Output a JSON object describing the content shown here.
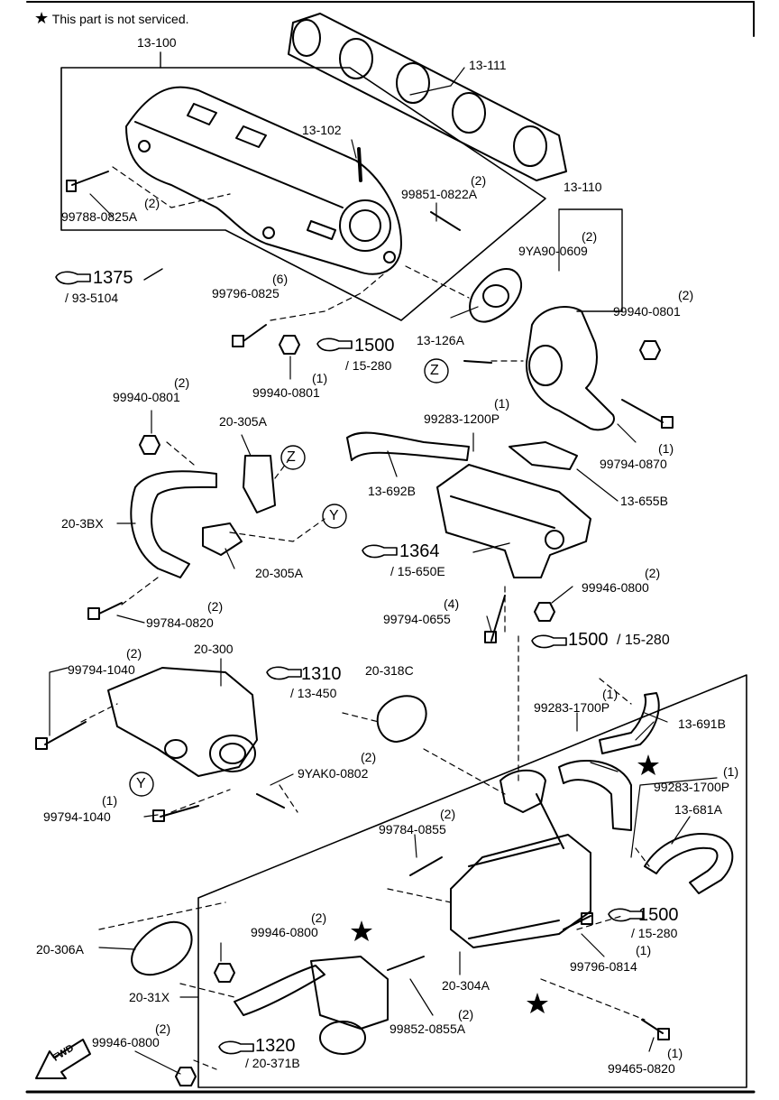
{
  "note": {
    "star": "★",
    "text": "This part is not serviced."
  },
  "labels": {
    "p13_100": "13-100",
    "p13_111": "13-111",
    "p13_102": "13-102",
    "p99851_q": "(2)",
    "p99851": "99851-0822A",
    "p99788_q": "(2)",
    "p99788": "99788-0825A",
    "p13_110": "13-110",
    "p9ya90_q": "(2)",
    "p9ya90": "9YA90-0609",
    "r1375": "1375",
    "r1375_sub": "/ 93-5104",
    "p99796_0825_q": "(6)",
    "p99796_0825": "99796-0825",
    "p13_126a": "13-126A",
    "p99940_a_q": "(2)",
    "p99940_a": "99940-0801",
    "r1500a": "1500",
    "r1500a_sub": "/ 15-280",
    "p99940_b_q": "(1)",
    "p99940_b": "99940-0801",
    "callout_z1": "Z",
    "p99940_c_q": "(2)",
    "p99940_c": "99940-0801",
    "p20_305a_top": "20-305A",
    "callout_z2": "Z",
    "p99283_1200_q": "(1)",
    "p99283_1200": "99283-1200P",
    "p99794_0870_q": "(1)",
    "p99794_0870": "99794-0870",
    "p13_692b": "13-692B",
    "p13_655b": "13-655B",
    "p20_3bx": "20-3BX",
    "callout_y1": "Y",
    "p20_305a_bot": "20-305A",
    "r1364": "1364",
    "r1364_sub": "/ 15-650E",
    "p99946_a_q": "(2)",
    "p99946_a": "99946-0800",
    "p99784_0820_q": "(2)",
    "p99784_0820": "99784-0820",
    "p99794_0655_q": "(4)",
    "p99794_0655": "99794-0655",
    "r1500b": "1500",
    "r1500b_sub": "/ 15-280",
    "p99794_1040a_q": "(2)",
    "p99794_1040a": "99794-1040",
    "p20_300": "20-300",
    "r1310": "1310",
    "r1310_sub": "/ 13-450",
    "p20_318c": "20-318C",
    "p99283_1700a_q": "(1)",
    "p99283_1700a": "99283-1700P",
    "p13_691b": "13-691B",
    "p9yak0_q": "(2)",
    "p9yak0": "9YAK0-0802",
    "callout_y2": "Y",
    "p99283_1700b_q": "(1)",
    "p99283_1700b": "99283-1700P",
    "p99794_1040b_q": "(1)",
    "p99794_1040b": "99794-1040",
    "p13_681a": "13-681A",
    "p99784_0855_q": "(2)",
    "p99784_0855": "99784-0855",
    "r1500c": "1500",
    "r1500c_sub": "/ 15-280",
    "p99796_0814_q": "(1)",
    "p99796_0814": "99796-0814",
    "p20_306a": "20-306A",
    "p99946_b_q": "(2)",
    "p99946_b": "99946-0800",
    "p20_304a": "20-304A",
    "p20_31x": "20-31X",
    "p99852_q": "(2)",
    "p99852": "99852-0855A",
    "p99946_c_q": "(2)",
    "p99946_c": "99946-0800",
    "r1320": "1320",
    "r1320_sub": "/ 20-371B",
    "p99465_q": "(1)",
    "p99465": "99465-0820",
    "fwd": "FWD"
  }
}
